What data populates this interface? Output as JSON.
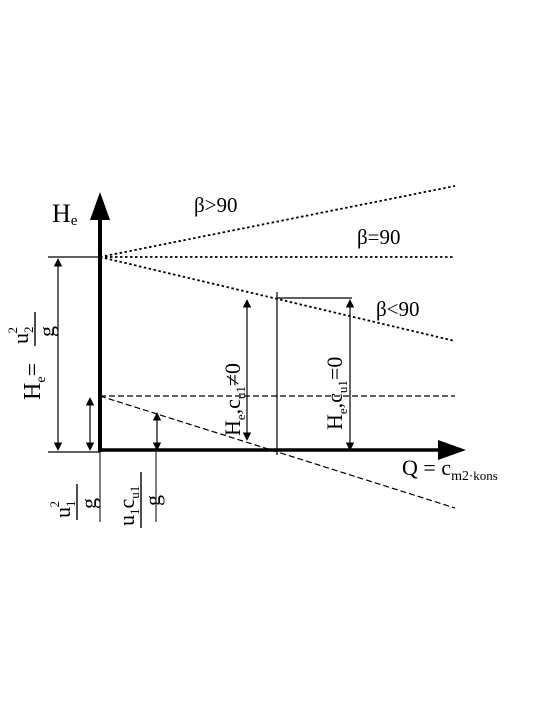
{
  "axes": {
    "y_label": {
      "main": "H",
      "sub": "e"
    },
    "x_label": {
      "main": "Q = c",
      "sub": "m2",
      "suffix": "·kons"
    }
  },
  "lines": {
    "beta_gt": "β>90",
    "beta_eq": "β=90",
    "beta_lt": "β<90"
  },
  "left_dims": {
    "total": {
      "lhs_main": "H",
      "lhs_sub": "e",
      "eq": "=",
      "num_main": "u",
      "num_sub": "2",
      "num_sup": "2",
      "den": "g"
    },
    "u1_term": {
      "num_main": "u",
      "num_sub": "1",
      "num_sup": "2",
      "den": "g"
    },
    "u1c_term": {
      "num_main": "u",
      "num_sub1": "1",
      "num_main2": "c",
      "num_sub2": "u1",
      "den": "g"
    }
  },
  "inner_dims": {
    "h_nonzero": {
      "main1": "H",
      "sub1": "e",
      "comma": ",",
      "main2": "c",
      "sub2": "u1",
      "rel": "≠",
      "val": "0"
    },
    "h_zero": {
      "main1": "H",
      "sub1": "e",
      "comma": ",",
      "main2": "c",
      "sub2": "u1",
      "rel": "=",
      "val": "0"
    }
  }
}
